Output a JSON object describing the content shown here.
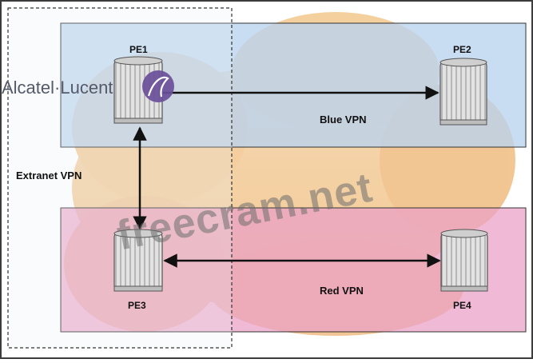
{
  "routers": {
    "pe1": "PE1",
    "pe2": "PE2",
    "pe3": "PE3",
    "pe4": "PE4"
  },
  "vpns": {
    "blue": "Blue VPN",
    "red": "Red VPN",
    "extranet": "Extranet VPN"
  },
  "logo": {
    "brand": "Alcatel·Lucent",
    "colors": {
      "text": "#555a6a",
      "disc": "#6a4f9a"
    }
  },
  "watermark": {
    "text": "freecram.net"
  },
  "colors": {
    "blue_region": "#b8d2ee",
    "red_region": "#eaa0c6",
    "cloud": "#f3c88e",
    "router": "#d6d6d6",
    "frame": "#3c3c3c"
  }
}
